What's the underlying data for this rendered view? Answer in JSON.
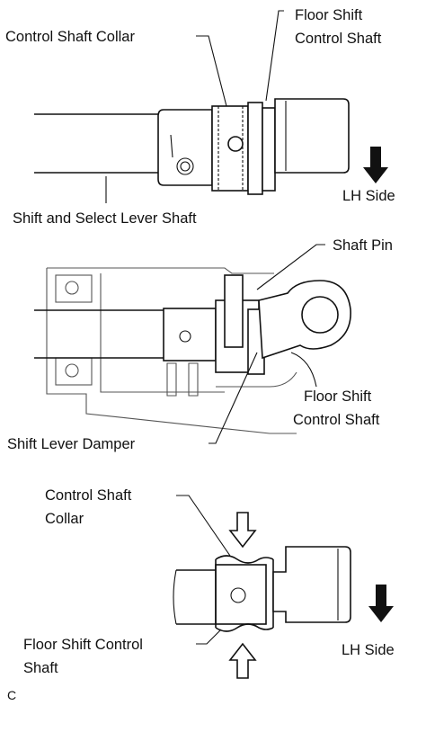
{
  "labels": {
    "top": {
      "control_shaft_collar": "Control Shaft Collar",
      "floor_shift_line1": "Floor Shift",
      "floor_shift_line2": "Control Shaft",
      "lh_side": "LH Side",
      "shift_select_shaft": "Shift and Select Lever Shaft"
    },
    "middle": {
      "shaft_pin": "Shaft Pin",
      "floor_shift_line1": "Floor Shift",
      "floor_shift_line2": "Control Shaft",
      "shift_lever_damper": "Shift Lever Damper"
    },
    "bottom": {
      "control_shaft_line1": "Control Shaft",
      "control_shaft_line2": "Collar",
      "floor_shift_line1": "Floor Shift Control",
      "floor_shift_line2": "Shaft",
      "lh_side": "LH Side"
    },
    "figure_code": "C"
  }
}
